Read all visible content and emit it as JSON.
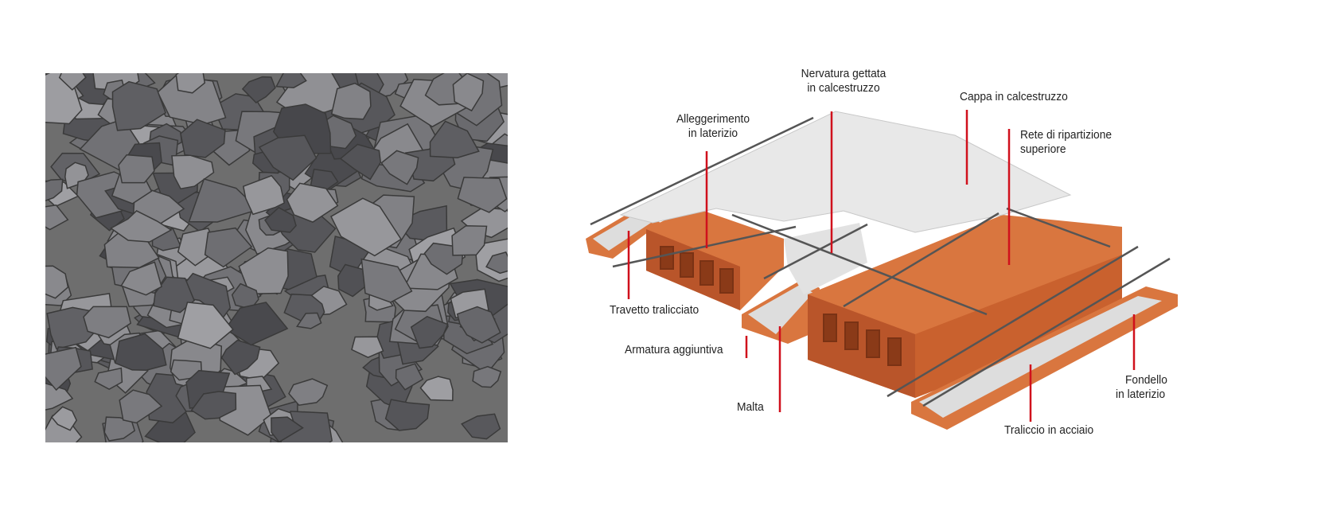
{
  "photo": {
    "subject": "gravel-rocks"
  },
  "diagram": {
    "labels": {
      "nervatura_1": "Nervatura gettata",
      "nervatura_2": "in calcestruzzo",
      "cappa": "Cappa in calcestruzzo",
      "alleggerimento_1": "Alleggerimento",
      "alleggerimento_2": "in laterizio",
      "rete_1": "Rete di ripartizione",
      "rete_2": "superiore",
      "travetto": "Travetto tralicciato",
      "armatura": "Armatura aggiuntiva",
      "malta": "Malta",
      "fondello_1": "Fondello",
      "fondello_2": "in laterizio",
      "traliccio": "Traliccio in acciaio"
    },
    "colors": {
      "leader": "#d0101c",
      "brick": "#d9763f",
      "brick_dark": "#b9552a",
      "concrete": "#e6e6e6"
    }
  }
}
